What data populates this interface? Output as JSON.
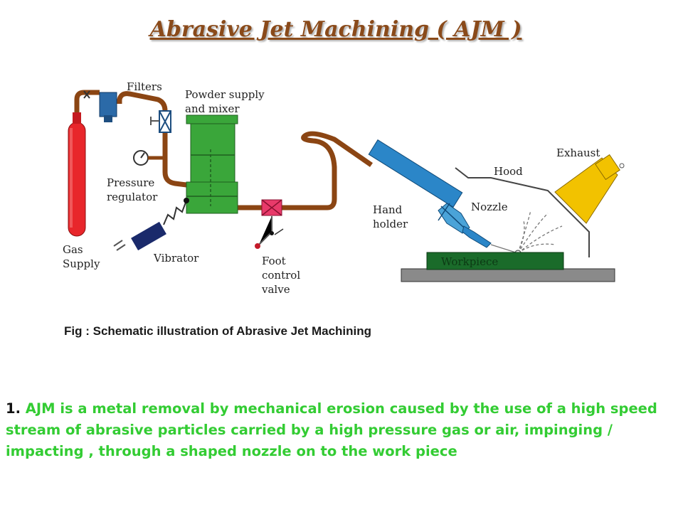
{
  "title": "Abrasive Jet Machining ( AJM )",
  "labels": {
    "filters": "Filters",
    "powder_1": "Powder  supply",
    "powder_2": "and  mixer",
    "pressure_1": "Pressure",
    "pressure_2": "regulator",
    "gas_1": "Gas",
    "gas_2": "Supply",
    "vibrator": "Vibrator",
    "foot_1": "Foot",
    "foot_2": "control",
    "foot_3": "valve",
    "hand_1": "Hand",
    "hand_2": "holder",
    "nozzle": "Nozzle",
    "hood": "Hood",
    "exhaust": "Exhaust",
    "workpiece": "Workpiece"
  },
  "caption": "Fig : Schematic illustration of Abrasive Jet Machining",
  "paragraph": {
    "number": "1.",
    "text": "AJM is a metal removal by mechanical erosion caused by the use of a high speed stream of abrasive particles carried by a high pressure gas or air, impinging / impacting , through a shaped nozzle on to the work piece"
  },
  "colors": {
    "title": "#8a4a1a",
    "pipe": "#8b4513",
    "cylinder": "#e8262b",
    "mixer": "#3aa63a",
    "nozzle": "#2b86c8",
    "hood": "#f2c200",
    "workpiece": "#1a6b2a",
    "text_green": "#33cc33"
  }
}
